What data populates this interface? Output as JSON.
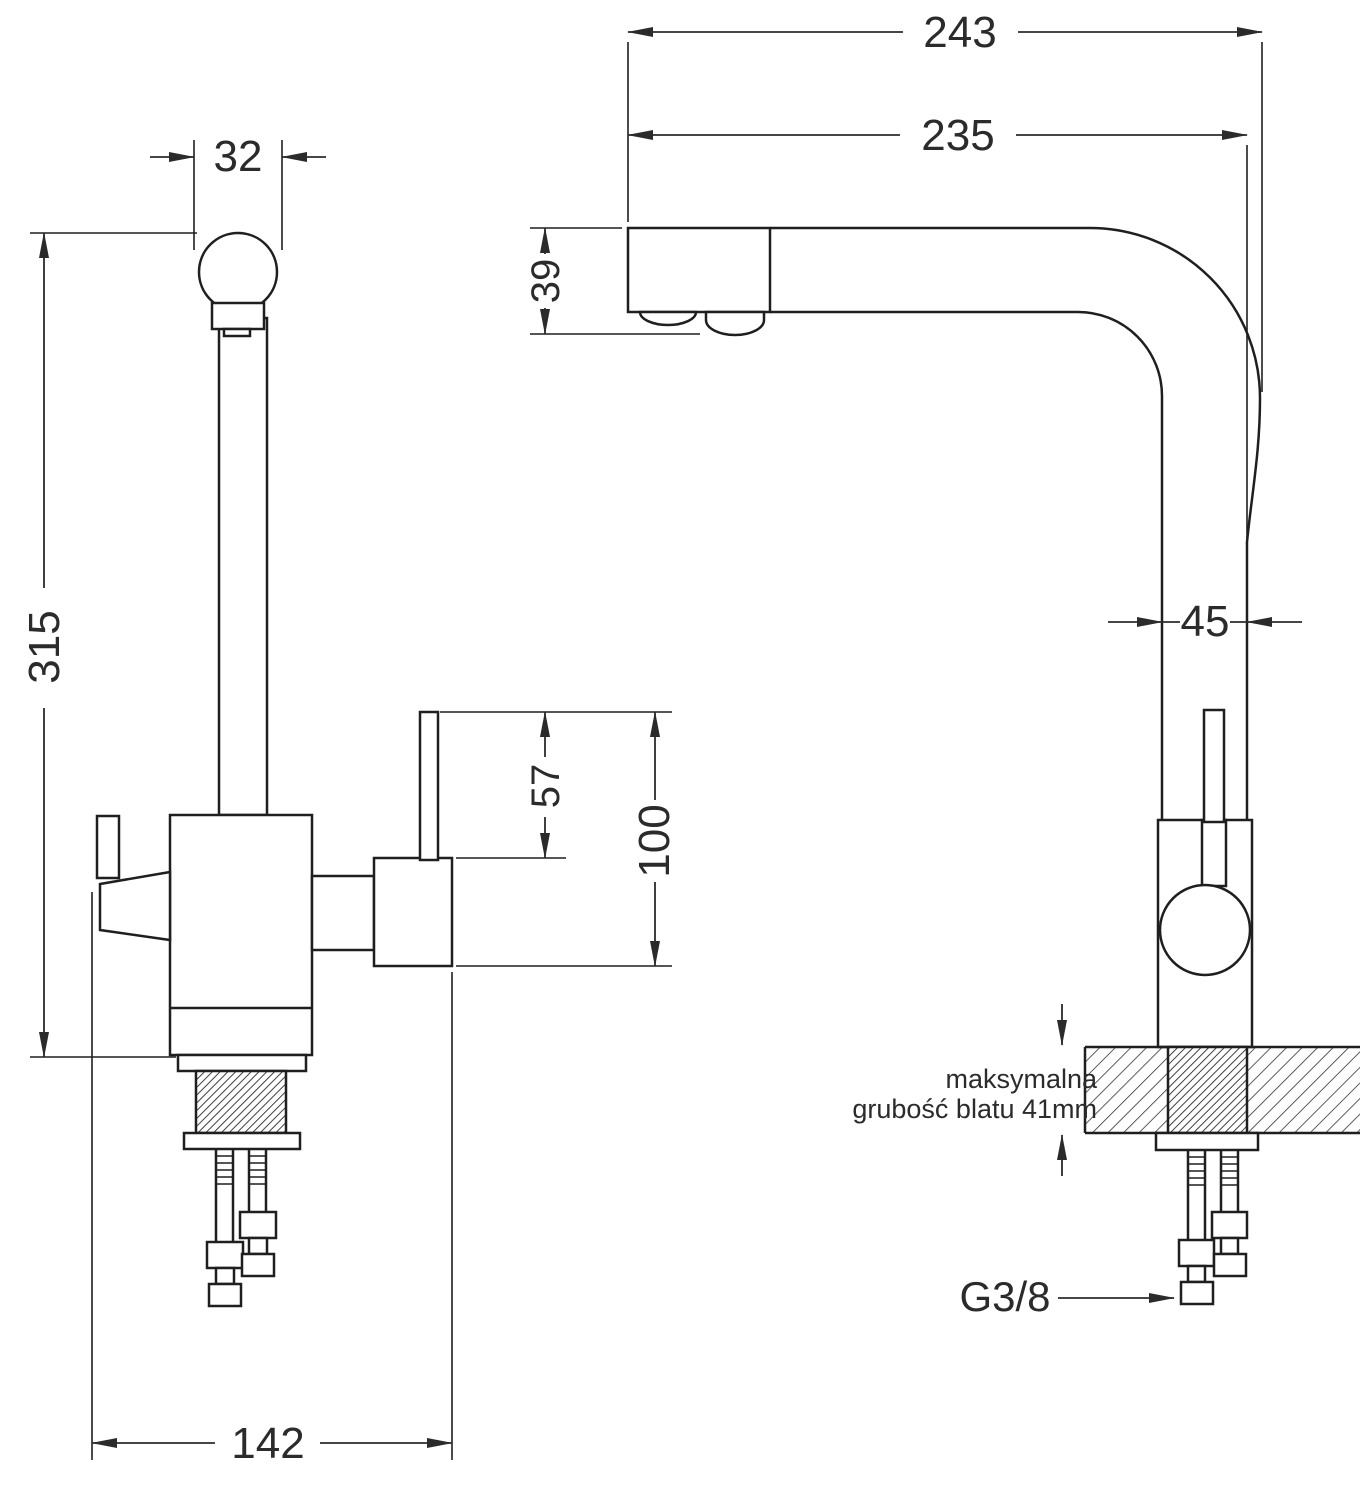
{
  "dims": {
    "d32": "32",
    "d315": "315",
    "d142": "142",
    "d57": "57",
    "d100": "100",
    "d243": "243",
    "d235": "235",
    "d39": "39",
    "d45": "45",
    "g38": "G3/8",
    "note1": "maksymalna",
    "note2": "grubość blatu 41mm"
  }
}
